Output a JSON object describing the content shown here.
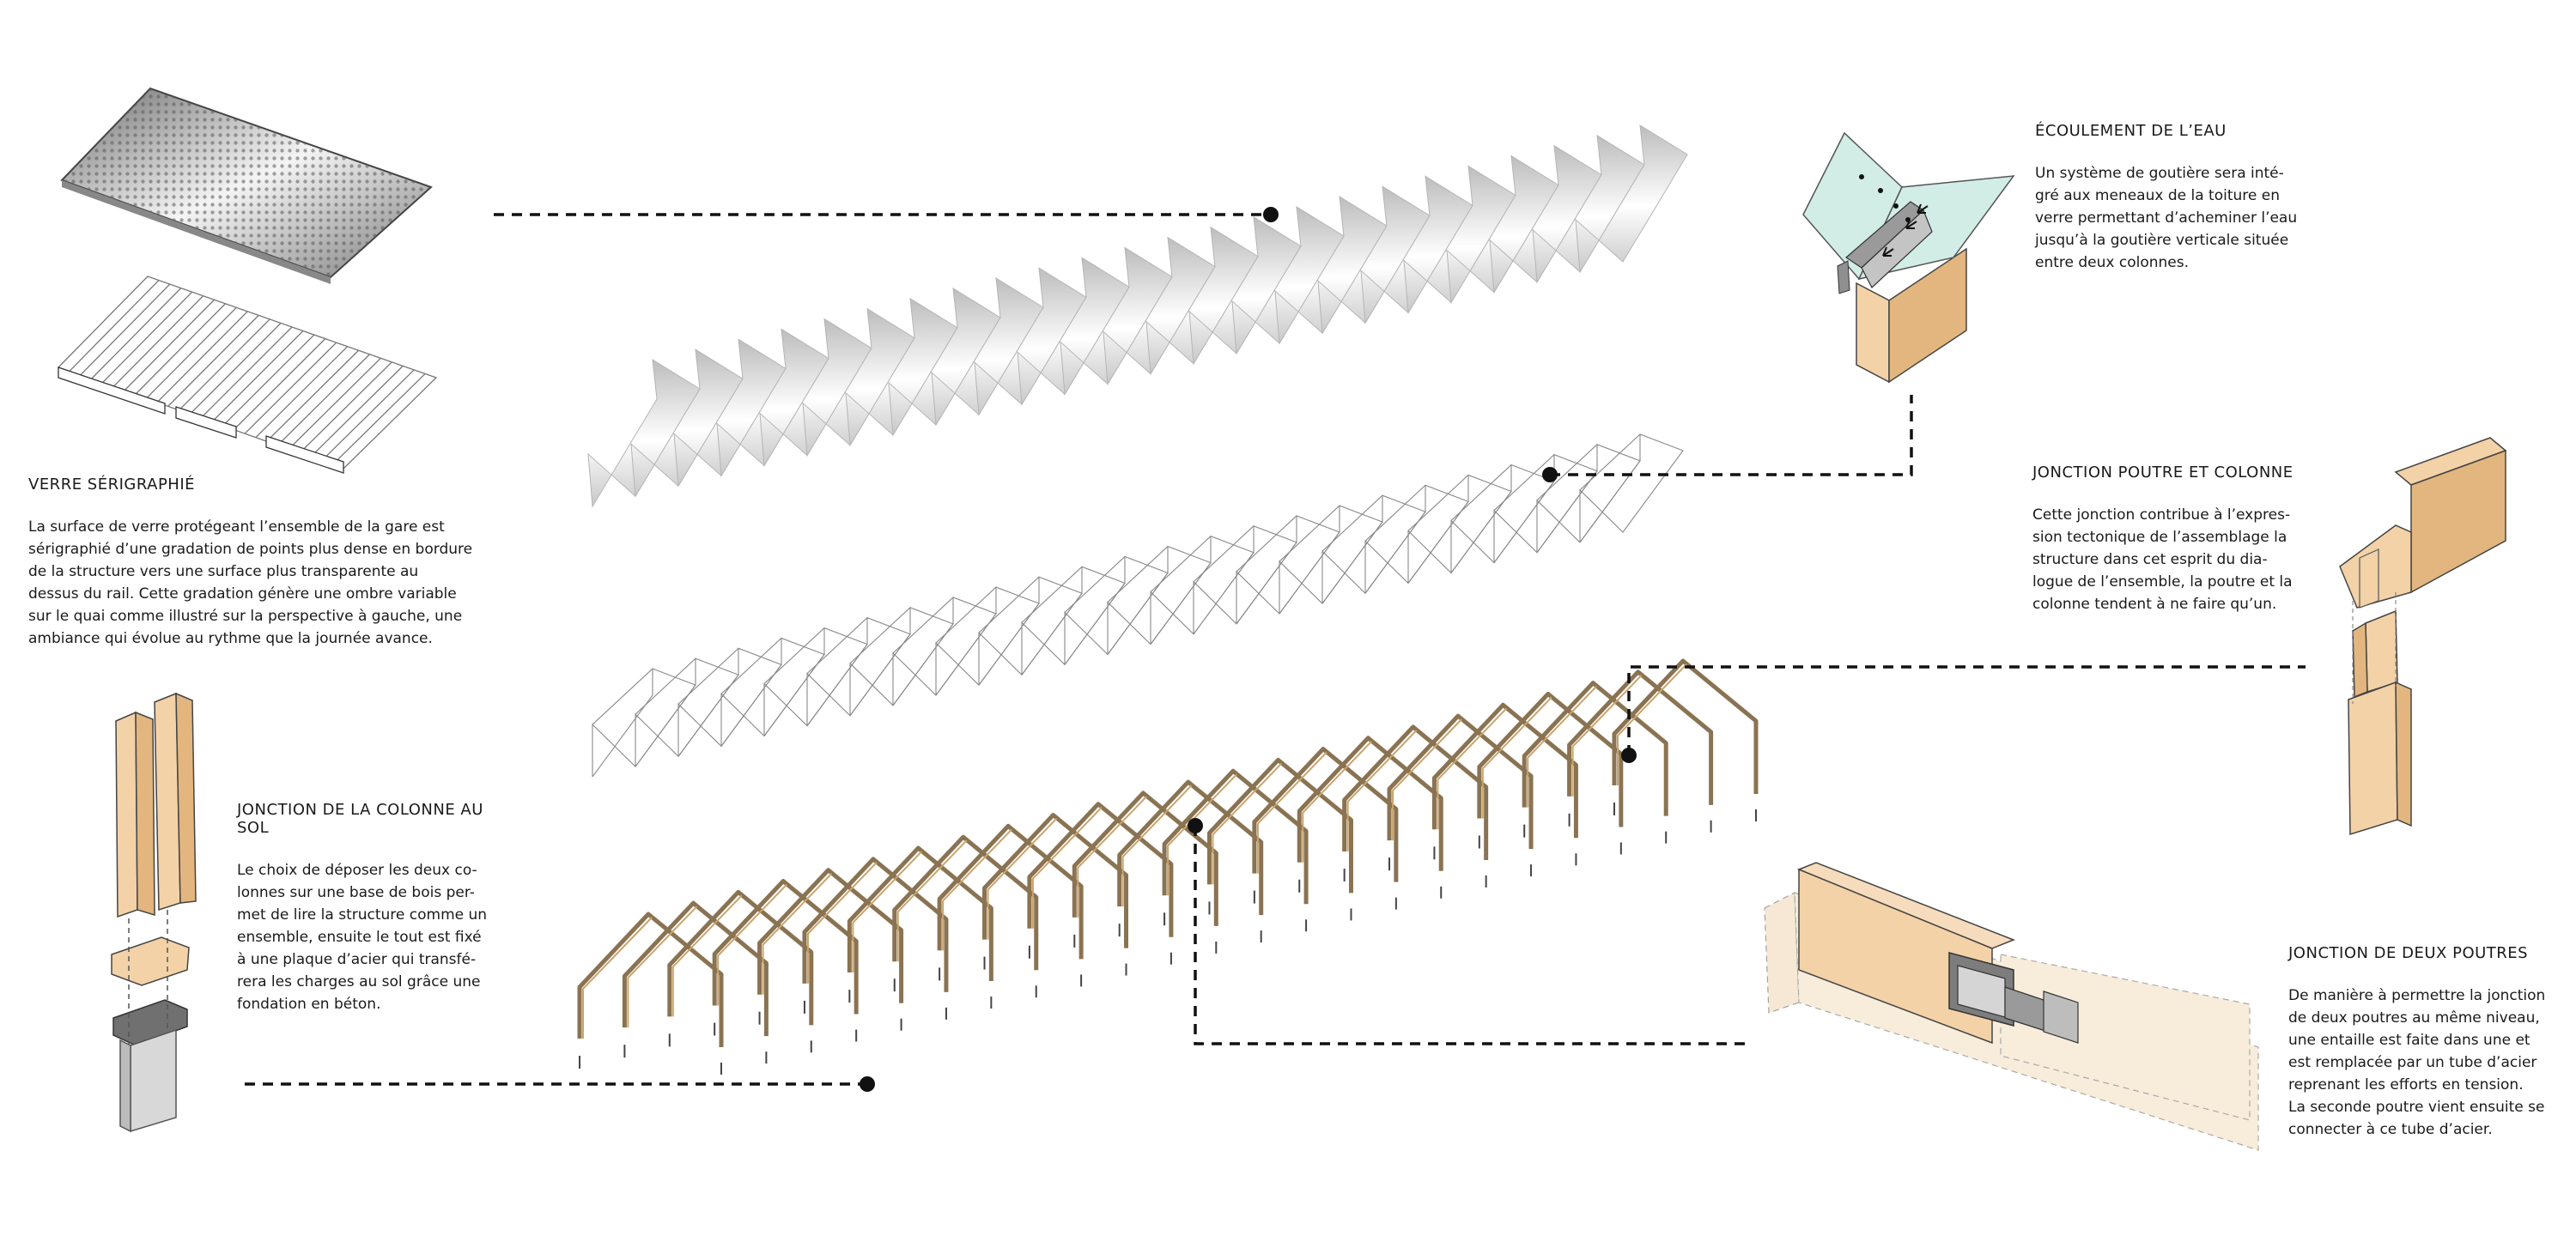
{
  "colors": {
    "wood_light": "#f3d2a8",
    "wood_mid": "#e2b67e",
    "wood_frame": "#8a7352",
    "glass": "#d2ece6",
    "steel": "#8f8f8f",
    "leader": "#111111"
  },
  "blocks": {
    "verre": {
      "title": "VERRE SÉRIGRAPHIÉ",
      "body": "La surface de verre protégeant l’ensemble de la gare est\nsérigraphié d’une gradation de points plus dense en bordure\nde la structure vers une surface plus transparente au\ndessus du rail. Cette gradation génère une ombre variable\nsur le quai comme illustré sur la perspective à gauche, une\nambiance qui évolue au rythme que la journée avance."
    },
    "colonne_sol": {
      "title": "JONCTION DE LA COLONNE AU SOL",
      "body": "Le choix de déposer les deux co-\nlonnes sur une base de bois per-\nmet de lire la structure comme un\nensemble, ensuite le tout est fixé\nà une plaque d’acier qui transfé-\nrera les charges au sol grâce une\nfondation en béton."
    },
    "eau": {
      "title": "ÉCOULEMENT DE L’EAU",
      "body": "Un système de goutière sera inté-\ngré aux meneaux de la toiture en\nverre permettant d’acheminer l’eau\njusqu’à la goutière verticale située\nentre deux colonnes."
    },
    "poutre_colonne": {
      "title": "JONCTION POUTRE ET COLONNE",
      "body": "Cette jonction contribue à l’expres-\nsion tectonique de l’assemblage la\nstructure dans cet esprit du dia-\nlogue de l’ensemble, la poutre et la\ncolonne tendent à ne faire qu’un."
    },
    "deux_poutres": {
      "title": "JONCTION DE DEUX POUTRES",
      "body": "De manière à permettre la jonction\nde deux poutres au même niveau,\nune entaille est faite dans une et\nest remplacée par un tube d’acier\nreprenant les efforts en tension.\nLa seconde poutre vient ensuite se\nconnecter à ce tube d’acier."
    }
  },
  "structure": {
    "bays": 24
  }
}
